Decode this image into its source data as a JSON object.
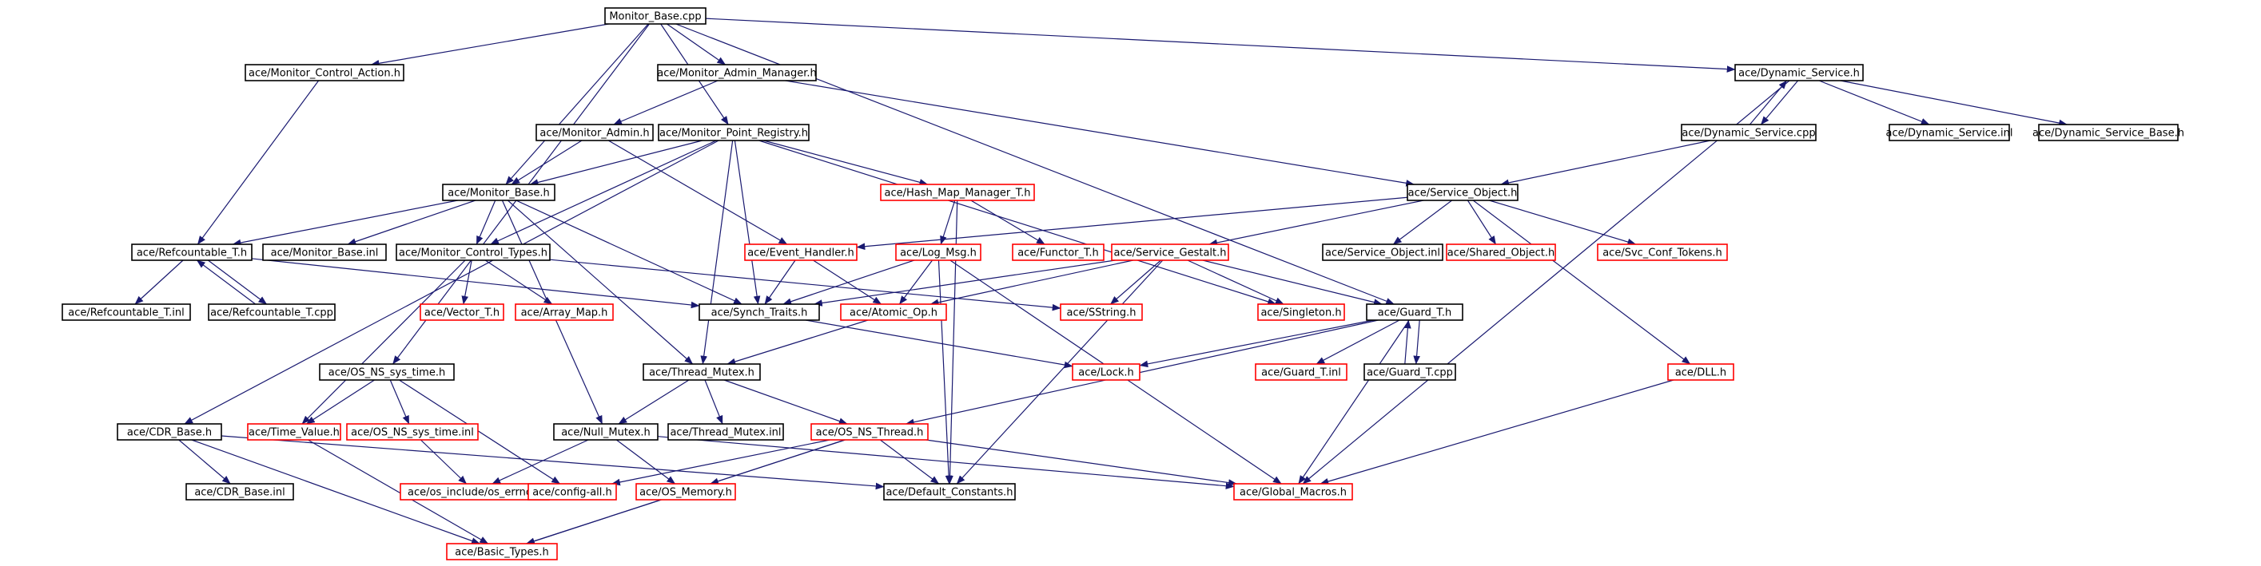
{
  "colors": {
    "edge": "#191970",
    "border_normal": "#000000",
    "border_external": "#ff0000",
    "root_fill": "#bfbfbf"
  },
  "nodes": [
    {
      "id": "root",
      "label": "Monitor_Base.cpp",
      "style": "root"
    },
    {
      "id": "mca",
      "label": "ace/Monitor_Control_Action.h",
      "style": "normal"
    },
    {
      "id": "mam",
      "label": "ace/Monitor_Admin_Manager.h",
      "style": "normal"
    },
    {
      "id": "ds",
      "label": "ace/Dynamic_Service.h",
      "style": "normal"
    },
    {
      "id": "madm",
      "label": "ace/Monitor_Admin.h",
      "style": "normal"
    },
    {
      "id": "mpr",
      "label": "ace/Monitor_Point_Registry.h",
      "style": "normal"
    },
    {
      "id": "dscpp",
      "label": "ace/Dynamic_Service.cpp",
      "style": "normal"
    },
    {
      "id": "dsinl",
      "label": "ace/Dynamic_Service.inl",
      "style": "normal"
    },
    {
      "id": "dsb",
      "label": "ace/Dynamic_Service_Base.h",
      "style": "normal"
    },
    {
      "id": "mb",
      "label": "ace/Monitor_Base.h",
      "style": "normal"
    },
    {
      "id": "hmm",
      "label": "ace/Hash_Map_Manager_T.h",
      "style": "external"
    },
    {
      "id": "so",
      "label": "ace/Service_Object.h",
      "style": "normal"
    },
    {
      "id": "rc",
      "label": "ace/Refcountable_T.h",
      "style": "normal"
    },
    {
      "id": "mbinl",
      "label": "ace/Monitor_Base.inl",
      "style": "normal"
    },
    {
      "id": "mct",
      "label": "ace/Monitor_Control_Types.h",
      "style": "normal"
    },
    {
      "id": "eh",
      "label": "ace/Event_Handler.h",
      "style": "external"
    },
    {
      "id": "log",
      "label": "ace/Log_Msg.h",
      "style": "external"
    },
    {
      "id": "fun",
      "label": "ace/Functor_T.h",
      "style": "external"
    },
    {
      "id": "sg",
      "label": "ace/Service_Gestalt.h",
      "style": "external"
    },
    {
      "id": "soinl",
      "label": "ace/Service_Object.inl",
      "style": "normal"
    },
    {
      "id": "sho",
      "label": "ace/Shared_Object.h",
      "style": "external"
    },
    {
      "id": "sct",
      "label": "ace/Svc_Conf_Tokens.h",
      "style": "external"
    },
    {
      "id": "rcinl",
      "label": "ace/Refcountable_T.inl",
      "style": "normal"
    },
    {
      "id": "rccpp",
      "label": "ace/Refcountable_T.cpp",
      "style": "normal"
    },
    {
      "id": "vec",
      "label": "ace/Vector_T.h",
      "style": "external"
    },
    {
      "id": "am",
      "label": "ace/Array_Map.h",
      "style": "external"
    },
    {
      "id": "st",
      "label": "ace/Synch_Traits.h",
      "style": "normal"
    },
    {
      "id": "ao",
      "label": "ace/Atomic_Op.h",
      "style": "external"
    },
    {
      "id": "ss",
      "label": "ace/SString.h",
      "style": "external"
    },
    {
      "id": "sgl",
      "label": "ace/Singleton.h",
      "style": "external"
    },
    {
      "id": "gt",
      "label": "ace/Guard_T.h",
      "style": "normal"
    },
    {
      "id": "tm",
      "label": "ace/Thread_Mutex.h",
      "style": "normal"
    },
    {
      "id": "lock",
      "label": "ace/Lock.h",
      "style": "external"
    },
    {
      "id": "gtinl",
      "label": "ace/Guard_T.inl",
      "style": "external"
    },
    {
      "id": "gtcpp",
      "label": "ace/Guard_T.cpp",
      "style": "normal"
    },
    {
      "id": "dll",
      "label": "ace/DLL.h",
      "style": "external"
    },
    {
      "id": "osst",
      "label": "ace/OS_NS_sys_time.h",
      "style": "normal"
    },
    {
      "id": "tv",
      "label": "ace/Time_Value.h",
      "style": "external"
    },
    {
      "id": "osstinl",
      "label": "ace/OS_NS_sys_time.inl",
      "style": "external"
    },
    {
      "id": "nm",
      "label": "ace/Null_Mutex.h",
      "style": "normal"
    },
    {
      "id": "tminl",
      "label": "ace/Thread_Mutex.inl",
      "style": "normal"
    },
    {
      "id": "osnt",
      "label": "ace/OS_NS_Thread.h",
      "style": "external"
    },
    {
      "id": "cdr",
      "label": "ace/CDR_Base.h",
      "style": "normal"
    },
    {
      "id": "cdrinl",
      "label": "ace/CDR_Base.inl",
      "style": "normal"
    },
    {
      "id": "errno",
      "label": "ace/os_include/os_errno.h",
      "style": "external"
    },
    {
      "id": "cfg",
      "label": "ace/config-all.h",
      "style": "external"
    },
    {
      "id": "mem",
      "label": "ace/OS_Memory.h",
      "style": "external"
    },
    {
      "id": "dc",
      "label": "ace/Default_Constants.h",
      "style": "normal"
    },
    {
      "id": "gm",
      "label": "ace/Global_Macros.h",
      "style": "external"
    },
    {
      "id": "bt",
      "label": "ace/Basic_Types.h",
      "style": "external"
    }
  ],
  "edges": [
    [
      "root",
      "mca"
    ],
    [
      "root",
      "mam"
    ],
    [
      "root",
      "ds"
    ],
    [
      "root",
      "mb"
    ],
    [
      "root",
      "mpr"
    ],
    [
      "root",
      "osst"
    ],
    [
      "root",
      "gt"
    ],
    [
      "mca",
      "rc"
    ],
    [
      "mam",
      "madm"
    ],
    [
      "mam",
      "so"
    ],
    [
      "madm",
      "mb"
    ],
    [
      "madm",
      "eh"
    ],
    [
      "mpr",
      "mb"
    ],
    [
      "mpr",
      "hmm"
    ],
    [
      "mpr",
      "mct"
    ],
    [
      "mpr",
      "st"
    ],
    [
      "mpr",
      "tm"
    ],
    [
      "mpr",
      "sgl"
    ],
    [
      "mpr",
      "cdr"
    ],
    [
      "mb",
      "rc"
    ],
    [
      "mb",
      "mbinl"
    ],
    [
      "mb",
      "mct"
    ],
    [
      "mb",
      "st"
    ],
    [
      "mb",
      "tm"
    ],
    [
      "mb",
      "nm"
    ],
    [
      "rc",
      "rcinl"
    ],
    [
      "rc",
      "rccpp"
    ],
    [
      "rc",
      "st"
    ],
    [
      "rccpp",
      "rc"
    ],
    [
      "mct",
      "vec"
    ],
    [
      "mct",
      "am"
    ],
    [
      "mct",
      "tv"
    ],
    [
      "mct",
      "ss"
    ],
    [
      "hmm",
      "log"
    ],
    [
      "hmm",
      "fun"
    ],
    [
      "hmm",
      "dc"
    ],
    [
      "ds",
      "dscpp"
    ],
    [
      "ds",
      "dsinl"
    ],
    [
      "ds",
      "dsb"
    ],
    [
      "ds",
      "gm"
    ],
    [
      "dscpp",
      "ds"
    ],
    [
      "dscpp",
      "so"
    ],
    [
      "so",
      "soinl"
    ],
    [
      "so",
      "sho"
    ],
    [
      "so",
      "sct"
    ],
    [
      "so",
      "sg"
    ],
    [
      "so",
      "eh"
    ],
    [
      "so",
      "dll"
    ],
    [
      "eh",
      "st"
    ],
    [
      "eh",
      "ao"
    ],
    [
      "log",
      "st"
    ],
    [
      "log",
      "ao"
    ],
    [
      "log",
      "dc"
    ],
    [
      "log",
      "gm"
    ],
    [
      "sg",
      "st"
    ],
    [
      "sg",
      "ao"
    ],
    [
      "sg",
      "ss"
    ],
    [
      "sg",
      "sgl"
    ],
    [
      "sg",
      "gt"
    ],
    [
      "sg",
      "dc"
    ],
    [
      "st",
      "lock"
    ],
    [
      "ao",
      "tm"
    ],
    [
      "gt",
      "lock"
    ],
    [
      "gt",
      "gtinl"
    ],
    [
      "gt",
      "gtcpp"
    ],
    [
      "gt",
      "osnt"
    ],
    [
      "gt",
      "gm"
    ],
    [
      "gtcpp",
      "gt"
    ],
    [
      "tm",
      "nm"
    ],
    [
      "tm",
      "tminl"
    ],
    [
      "tm",
      "osnt"
    ],
    [
      "osst",
      "tv"
    ],
    [
      "osst",
      "osstinl"
    ],
    [
      "osst",
      "cfg"
    ],
    [
      "tv",
      "bt"
    ],
    [
      "osstinl",
      "errno"
    ],
    [
      "nm",
      "errno"
    ],
    [
      "nm",
      "mem"
    ],
    [
      "nm",
      "gm"
    ],
    [
      "osnt",
      "cfg"
    ],
    [
      "osnt",
      "mem"
    ],
    [
      "osnt",
      "dc"
    ],
    [
      "osnt",
      "gm"
    ],
    [
      "osnt",
      "bt"
    ],
    [
      "cdr",
      "cdrinl"
    ],
    [
      "cdr",
      "bt"
    ],
    [
      "cdr",
      "dc"
    ],
    [
      "mem",
      "bt"
    ],
    [
      "dll",
      "gm"
    ]
  ]
}
